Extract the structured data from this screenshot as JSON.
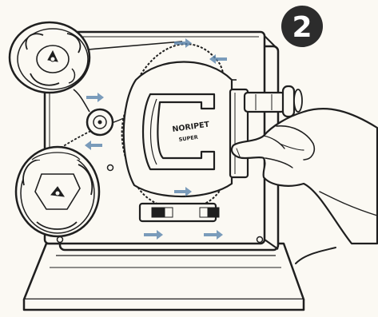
{
  "step_badge": {
    "number": "2"
  },
  "brand": {
    "name": "NORIPET",
    "model": "SUPER"
  },
  "colors": {
    "ink": "#1f1f1f",
    "paper": "#fbf9f3",
    "badge_fill": "#2c2c2c",
    "badge_text": "#ffffff",
    "film_arrow": "#5a84ad",
    "stain": "#efc9a7"
  },
  "icons": [
    "feed-reel-icon",
    "take-up-reel-icon",
    "film-loop-icon",
    "projector-lens-icon",
    "hand-icon",
    "direction-arrow-icon"
  ]
}
